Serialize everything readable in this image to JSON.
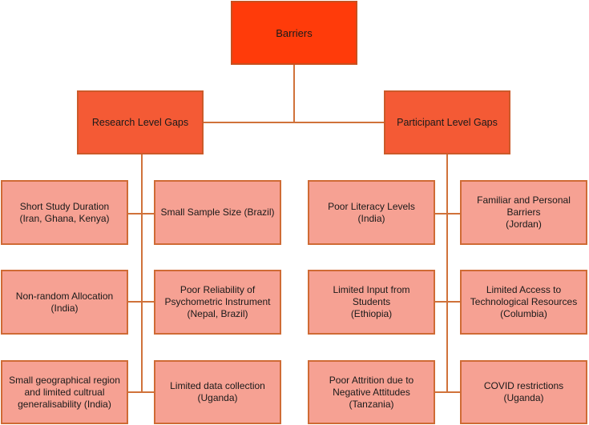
{
  "diagram": {
    "root": {
      "lines": [
        "Barriers"
      ]
    },
    "research": {
      "lines": [
        "Research Level Gaps"
      ]
    },
    "participant": {
      "lines": [
        "Participant Level Gaps"
      ]
    },
    "research_items": [
      {
        "lines": [
          "Short Study Duration",
          "(Iran, Ghana, Kenya)"
        ]
      },
      {
        "lines": [
          "Small Sample Size (Brazil)"
        ]
      },
      {
        "lines": [
          "Non-random Allocation",
          "(India)"
        ]
      },
      {
        "lines": [
          "Poor Reliability of",
          "Psychometric Instrument",
          "(Nepal, Brazil)"
        ]
      },
      {
        "lines": [
          "Small geographical region",
          "and limited cultrual",
          "generalisability (India)"
        ]
      },
      {
        "lines": [
          "Limited data collection",
          "(Uganda)"
        ]
      }
    ],
    "participant_items": [
      {
        "lines": [
          "Poor Literacy Levels",
          "(India)"
        ]
      },
      {
        "lines": [
          "Familiar and Personal",
          "Barriers",
          "(Jordan)"
        ]
      },
      {
        "lines": [
          "Limited Input from",
          "Students",
          "(Ethiopia)"
        ]
      },
      {
        "lines": [
          "Limited Access to",
          "Technological Resources",
          "(Columbia)"
        ]
      },
      {
        "lines": [
          "Poor Attrition due to",
          "Negative Attitudes",
          "(Tanzania)"
        ]
      },
      {
        "lines": [
          "COVID restrictions",
          "(Uganda)"
        ]
      }
    ]
  }
}
